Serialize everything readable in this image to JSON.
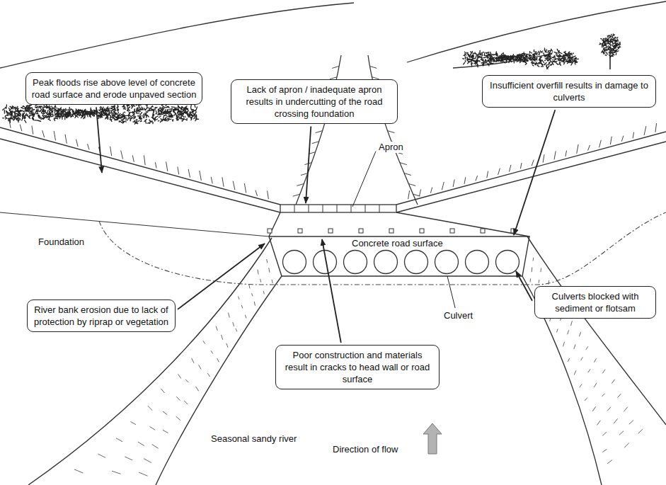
{
  "diagram": {
    "nodes": [
      {
        "text": [
          "Peak floods rise above level of concrete road surface and erode unpaved section"
        ]
      },
      {
        "text": [
          "Lack of apron / inadequate apron results in undercutting of the road crossing foundation"
        ]
      },
      {
        "text": [
          "Insufficient overfill results in damage to culverts"
        ]
      },
      {
        "text": [
          "River bank erosion due to lack of protection by riprap or vegetation"
        ]
      },
      {
        "text": [
          "Culverts blocked with sediment or flotsam"
        ]
      },
      {
        "text": [
          "Poor construction and materials result in cracks to head wall or road surface"
        ]
      }
    ],
    "labels": [
      "Apron",
      "Foundation",
      "Concrete road surface",
      "Culvert",
      "Seasonal sandy river",
      "Direction of flow"
    ]
  }
}
